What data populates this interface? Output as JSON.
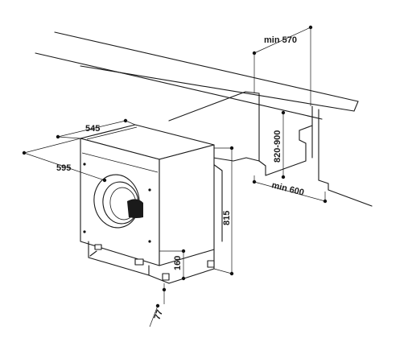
{
  "diagram": {
    "dimensions": {
      "top_clearance": "min 570",
      "height_range": "820-900",
      "niche_width": "min 600",
      "depth": "545",
      "width": "595",
      "height": "815",
      "plinth_height": "160",
      "plinth_depth": "77"
    },
    "colors": {
      "line": "#1a1a1a",
      "background": "#ffffff",
      "door_seal": "#1a1a1a"
    }
  }
}
